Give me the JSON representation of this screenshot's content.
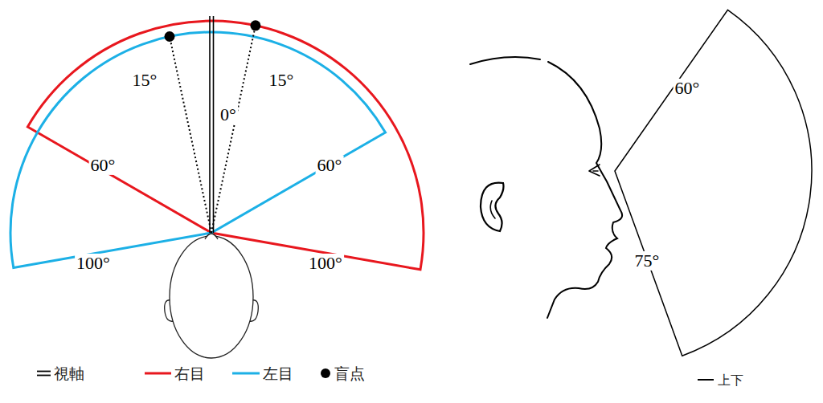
{
  "diagram": {
    "labels": [
      "15°",
      "15°",
      "0°",
      "60°",
      "60°",
      "100°",
      "100°",
      "60°",
      "75°"
    ],
    "legend": [
      {
        "text": "視軸"
      },
      {
        "text": "右目"
      },
      {
        "text": "左目"
      },
      {
        "text": "盲点"
      },
      {
        "text": "上下"
      }
    ]
  }
}
